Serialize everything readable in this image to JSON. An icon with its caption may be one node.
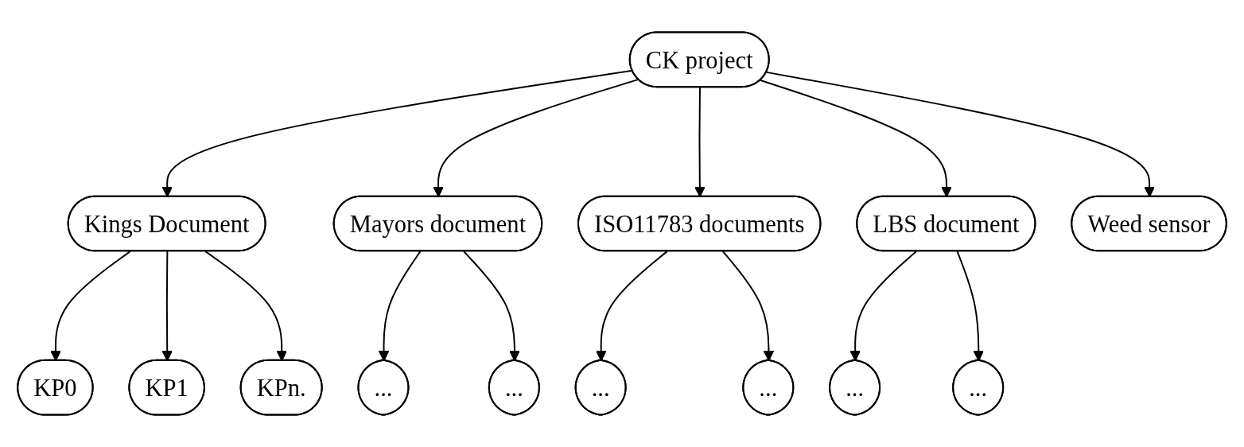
{
  "diagram": {
    "nodes": [
      {
        "text": [
          "CK project"
        ]
      },
      {
        "text": [
          "Kings Document"
        ]
      },
      {
        "text": [
          "Mayors document"
        ]
      },
      {
        "text": [
          "ISO11783 documents"
        ]
      },
      {
        "text": [
          "LBS document"
        ]
      },
      {
        "text": [
          "Weed sensor"
        ]
      },
      {
        "text": [
          "KP0"
        ]
      },
      {
        "text": [
          "KP1"
        ]
      },
      {
        "text": [
          "KPn."
        ]
      },
      {
        "text": [
          "..."
        ]
      },
      {
        "text": [
          "..."
        ]
      },
      {
        "text": [
          "..."
        ]
      },
      {
        "text": [
          "..."
        ]
      },
      {
        "text": [
          "..."
        ]
      },
      {
        "text": [
          "..."
        ]
      }
    ],
    "edges": [
      {
        "from": 0,
        "to": 1,
        "arrow": "to"
      },
      {
        "from": 0,
        "to": 2,
        "arrow": "to"
      },
      {
        "from": 0,
        "to": 3,
        "arrow": "to"
      },
      {
        "from": 0,
        "to": 4,
        "arrow": "to"
      },
      {
        "from": 0,
        "to": 5,
        "arrow": "to"
      },
      {
        "from": 1,
        "to": 6,
        "arrow": "to"
      },
      {
        "from": 1,
        "to": 7,
        "arrow": "to"
      },
      {
        "from": 1,
        "to": 8,
        "arrow": "to"
      },
      {
        "from": 2,
        "to": 9,
        "arrow": "to"
      },
      {
        "from": 2,
        "to": 10,
        "arrow": "to"
      },
      {
        "from": 3,
        "to": 11,
        "arrow": "to"
      },
      {
        "from": 3,
        "to": 12,
        "arrow": "to"
      },
      {
        "from": 4,
        "to": 13,
        "arrow": "to"
      },
      {
        "from": 4,
        "to": 14,
        "arrow": "to"
      }
    ]
  }
}
